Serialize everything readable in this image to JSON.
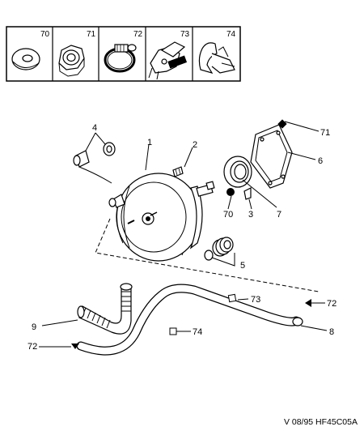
{
  "key_panel": {
    "numbers": [
      "70",
      "71",
      "72",
      "73",
      "74"
    ]
  },
  "callouts": {
    "c1": "1",
    "c2": "2",
    "c3": "3",
    "c4": "4",
    "c5": "5",
    "c6": "6",
    "c7": "7",
    "c8": "8",
    "c9": "9",
    "c70": "70",
    "c71": "71",
    "c72_right": "72",
    "c72_left": "72",
    "c73": "73",
    "c74": "74"
  },
  "reference_code": "V 08/95 HF45C05A"
}
